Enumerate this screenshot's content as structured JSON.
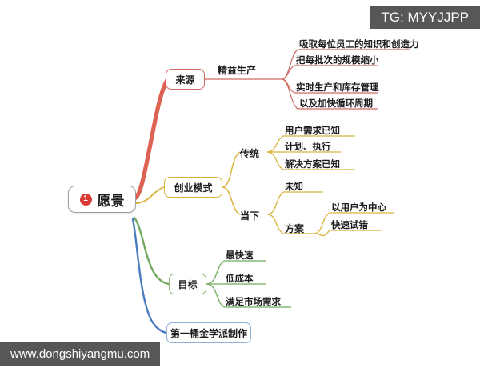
{
  "watermarks": {
    "telegram": "TG: MYYJJPP",
    "website": "www.dongshiyangmu.com"
  },
  "colors": {
    "root_border": "#9aa0a6",
    "red": "#cf6a63",
    "red_trunk": "#e0513f",
    "yellow": "#d9b43c",
    "green": "#72a95e",
    "blue": "#4a7cc0",
    "badge": "#d93a35",
    "text": "#1c1c1c",
    "stamp_bg": "#575757"
  },
  "root": {
    "badge": "1",
    "label": "愿景"
  },
  "branches": {
    "source": {
      "node": "来源",
      "label": "精益生产",
      "leaves": [
        "吸取每位员工的知识和创造力",
        "把每批次的规模缩小",
        "实时生产和库存管理",
        "以及加快循环周期"
      ]
    },
    "startup": {
      "node": "创业模式",
      "groups": [
        {
          "label": "传统",
          "leaves": [
            "用户需求已知",
            "计划、执行",
            "解决方案已知"
          ]
        },
        {
          "label": "当下",
          "leaves": [
            "未知"
          ],
          "sub": {
            "label": "方案",
            "leaves": [
              "以用户为中心",
              "快速试错"
            ]
          }
        }
      ]
    },
    "goal": {
      "node": "目标",
      "leaves": [
        "最快速",
        "低成本",
        "满足市场需求"
      ]
    },
    "maker": {
      "node": "第一桶金学派制作"
    }
  }
}
